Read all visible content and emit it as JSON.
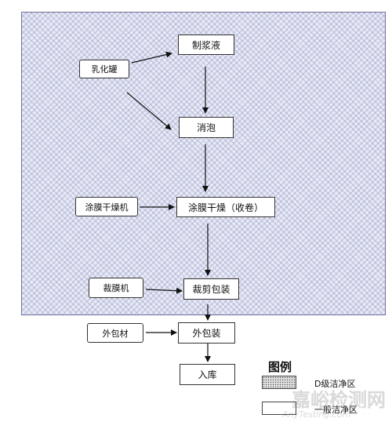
{
  "zone": {
    "label": ""
  },
  "nodes": {
    "emulsion_tank": "乳化罐",
    "slurry_prep": "制浆液",
    "defoaming": "消泡",
    "coating_dryer": "涂膜干燥机",
    "coating_drying": "涂膜干燥（收卷）",
    "film_cutter": "裁膜机",
    "cutting_packaging": "裁剪包装",
    "outer_material": "外包材",
    "outer_packaging": "外包装",
    "storage": "入库"
  },
  "legend": {
    "title": "图例",
    "items": [
      {
        "label": "D级洁净区",
        "pattern": "dotted"
      },
      {
        "label": "一般洁净区",
        "pattern": "plain"
      }
    ]
  },
  "watermark": {
    "text": "嘉峪检测网",
    "url": "AnyTesting.com"
  },
  "colors": {
    "zone_fill": "#e7e9f4",
    "zone_hatch": "#969bc8",
    "border": "#333333"
  }
}
